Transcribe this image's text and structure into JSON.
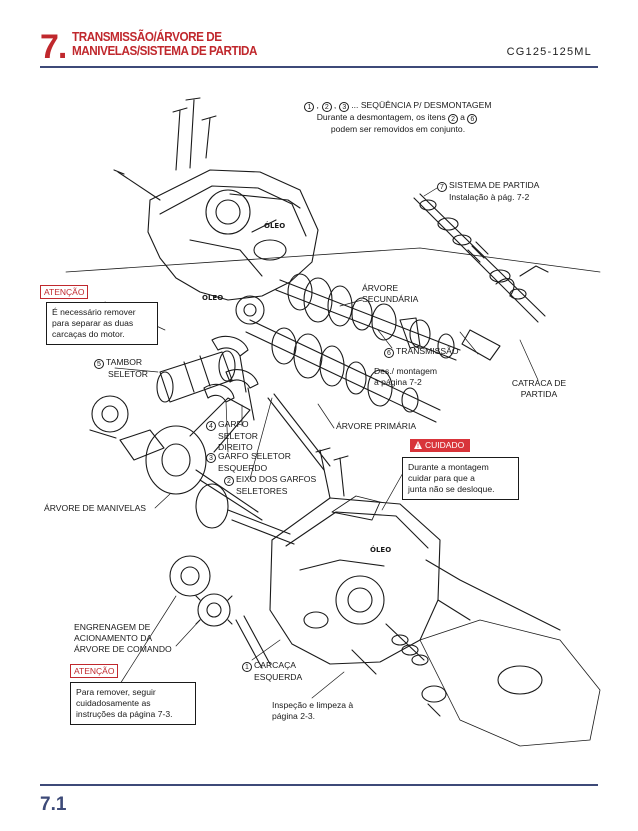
{
  "header": {
    "chapter_number": "7.",
    "title_line1": "TRANSMISSÃO/ÁRVORE DE",
    "title_line2": "MANIVELAS/SISTEMA DE PARTIDA",
    "model": "CG125-125ML"
  },
  "footer": {
    "page_number": "7.1"
  },
  "colors": {
    "accent_red": "#c0282d",
    "rule_blue": "#3d4a78",
    "caution_red": "#d8343a"
  },
  "sequence": {
    "c1": "1",
    "c2": "2",
    "c3": "3",
    "heading": "... SEQÜÊNCIA P/ DESMONTAGEM",
    "line2": "Durante a desmontagem, os itens",
    "line2_mid": "a",
    "c_a": "2",
    "c_b": "6",
    "line3": "podem ser removidos em conjunto."
  },
  "labels": {
    "starter_num": "7",
    "starter_line1": "SISTEMA DE PARTIDA",
    "starter_line2": "Instalação à pág. 7-2",
    "secondary_line1": "ÁRVORE",
    "secondary_line2": "SECUNDÁRIA",
    "transmission_num": "6",
    "transmission": "TRANSMISSÃO",
    "transmission_note1": "Des./ montagem",
    "transmission_note2": "à página 7-2",
    "ratchet_line1": "CATRACA DE",
    "ratchet_line2": "PARTIDA",
    "drum_num": "5",
    "drum_line1": "TAMBOR",
    "drum_line2": "SELETOR",
    "fork_right_num": "4",
    "fork_right_line1": "GARFO",
    "fork_right_line2": "SELETOR",
    "fork_right_line3": "DIREITO",
    "fork_left_num": "3",
    "fork_left_line1": "GARFO SELETOR",
    "fork_left_line2": "ESQUERDO",
    "fork_shaft_num": "2",
    "fork_shaft_line1": "EIXO DOS GARFOS",
    "fork_shaft_line2": "SELETORES",
    "primary": "ÁRVORE PRIMÁRIA",
    "crankshaft": "ÁRVORE DE MANIVELAS",
    "drive_gear_line1": "ENGRENAGEM DE",
    "drive_gear_line2": "ACIONAMENTO DA",
    "drive_gear_line3": "ÁRVORE DE COMANDO",
    "left_case_num": "1",
    "left_case_line1": "CARCAÇA",
    "left_case_line2": "ESQUERDA",
    "inspection_line1": "Inspeção e limpeza à",
    "inspection_line2": "página 2-3.",
    "oil_mark": "ÓLEO"
  },
  "warnings": {
    "top": {
      "tag": "ATENÇÃO",
      "line1": "É necessário remover",
      "line2": "para separar as duas",
      "line3": "carcaças do motor."
    },
    "bottom": {
      "tag": "ATENÇÃO",
      "line1": "Para remover, seguir",
      "line2": "cuidadosamente as",
      "line3": "instruções da página 7-3."
    },
    "caution": {
      "tag": "CUIDADO",
      "line1": "Durante a montagem",
      "line2": "cuidar para que a",
      "line3": "junta não se desloque."
    }
  }
}
